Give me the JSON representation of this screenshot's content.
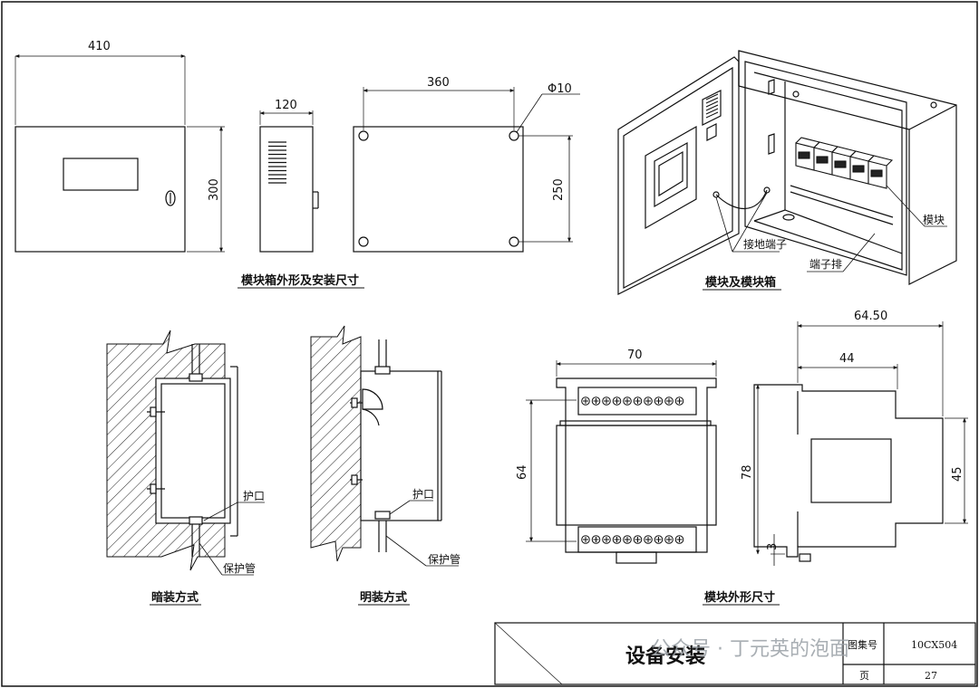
{
  "drawing": {
    "box_views": {
      "caption": "模块箱外形及安装尺寸",
      "front_width": "410",
      "front_height": "300",
      "side_depth": "120",
      "back_hole_spacing_w": "360",
      "back_hole_spacing_h": "250",
      "hole_diameter": "Φ10"
    },
    "open_box": {
      "caption": "模块及模块箱",
      "label_module": "模块",
      "label_ground": "接地端子",
      "label_terminal": "端子排"
    },
    "flush_mount": {
      "caption": "暗装方式",
      "label_bushing": "护口",
      "label_conduit": "保护管"
    },
    "surface_mount": {
      "caption": "明装方式",
      "label_bushing": "护口",
      "label_conduit": "保护管"
    },
    "module_dims": {
      "caption": "模块外形尺寸",
      "front_width": "70",
      "front_height": "64",
      "side_total": "64.50",
      "side_upper": "44",
      "side_height": "78",
      "side_right": "45",
      "side_small": "3"
    }
  },
  "title_block": {
    "title": "设备安装",
    "atlas_label": "图集号",
    "atlas_no": "10CX504",
    "page_label": "页",
    "page_no": "27",
    "watermark": "公众号 · 丁元英的泡面"
  }
}
